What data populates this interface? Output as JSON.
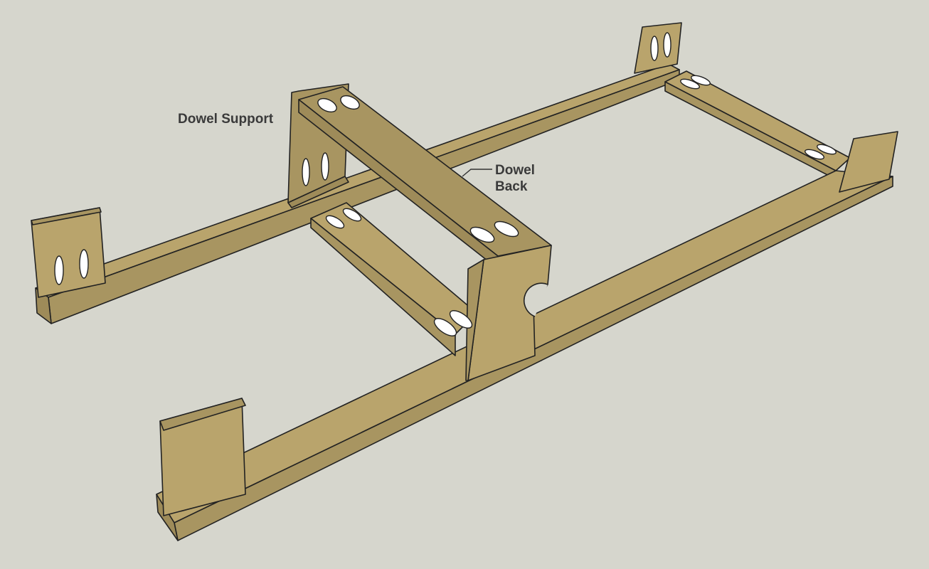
{
  "labels": {
    "dowel_support": "Dowel Support",
    "dowel_back_line1": "Dowel",
    "dowel_back_line2": "Back"
  },
  "colors": {
    "background": "#d6d6cd",
    "wood_top": "#b9a46c",
    "wood_side": "#a89561",
    "wood_dark": "#9e8b59",
    "outline": "#222222",
    "hole": "#ffffff"
  }
}
